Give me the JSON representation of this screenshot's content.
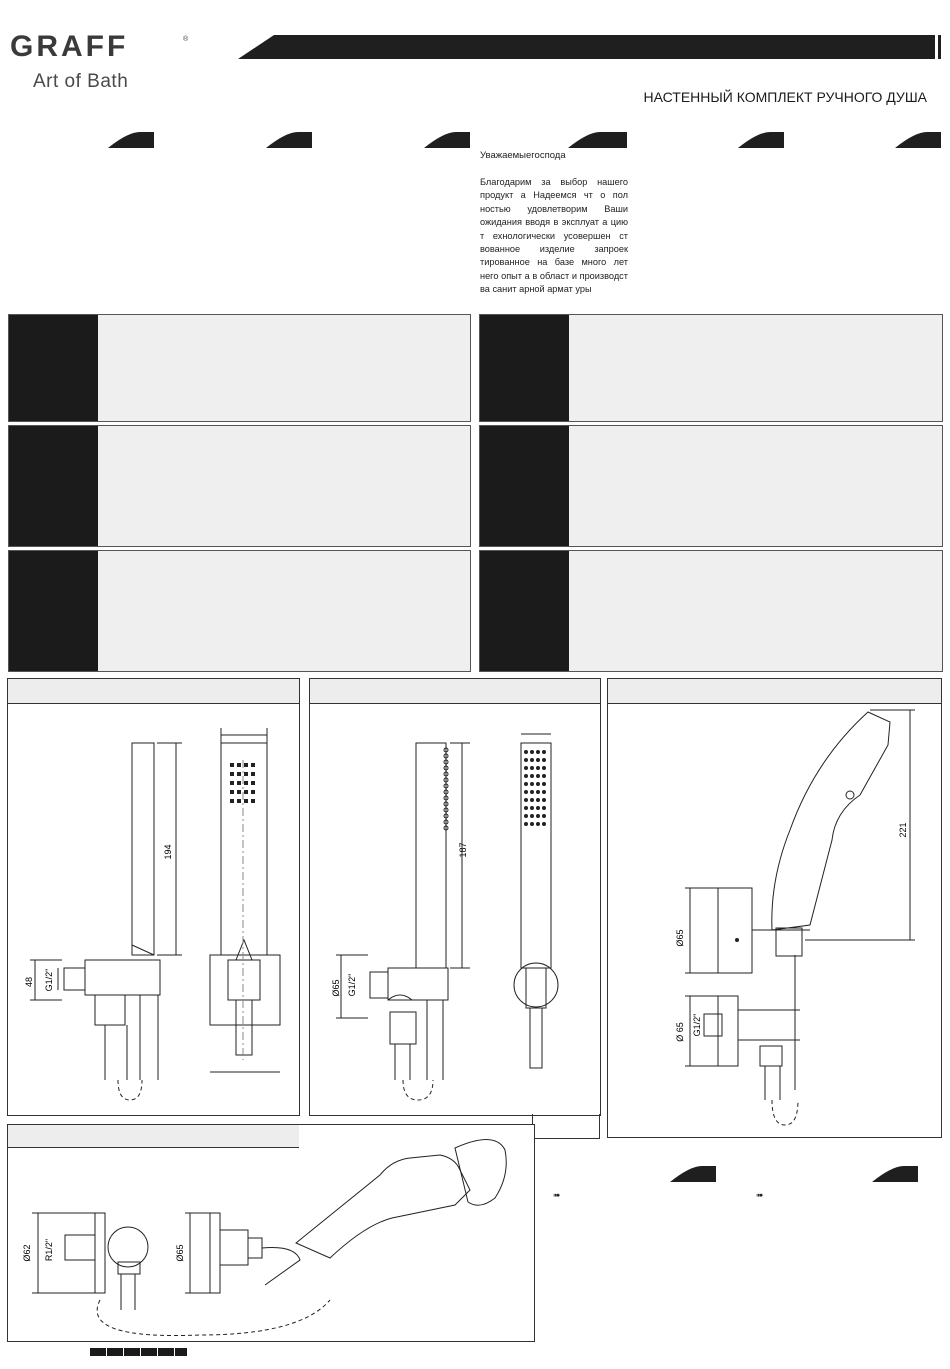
{
  "brand": {
    "name": "GRAFF",
    "tagline": "Art of Bath",
    "registered": "®"
  },
  "document_title": "НАСТЕННЫЙ КОМПЛЕКТ РУЧНОГО ДУША",
  "intro": {
    "heading": "Уважаемыегоспода",
    "body": "Благодарим за выбор нашего продукт а  Надеемся  чт о пол ностью удовлетворим Ваши ожидания  вводя  в эксплуат а цию т ехнологически усовершен ст вованное изделие запроек тированное на базе много лет него опыт а  в област и производст ва  санит арной армат уры"
  },
  "drawings": {
    "d1": {
      "height": "194",
      "wall": "48",
      "thread": "G1/2\""
    },
    "d2": {
      "height": "187",
      "diameter": "Ø65",
      "thread": "G1/2\""
    },
    "d3": {
      "height": "221",
      "diameter_top": "Ø65",
      "diameter_bottom": "Ø 65",
      "thread": "G1/2\""
    },
    "d4": {
      "diameter_left": "Ø62",
      "thread": "R1/2\"",
      "diameter_right": "Ø65"
    }
  },
  "arrows": {
    "a1": "➠",
    "a2": "➠"
  }
}
